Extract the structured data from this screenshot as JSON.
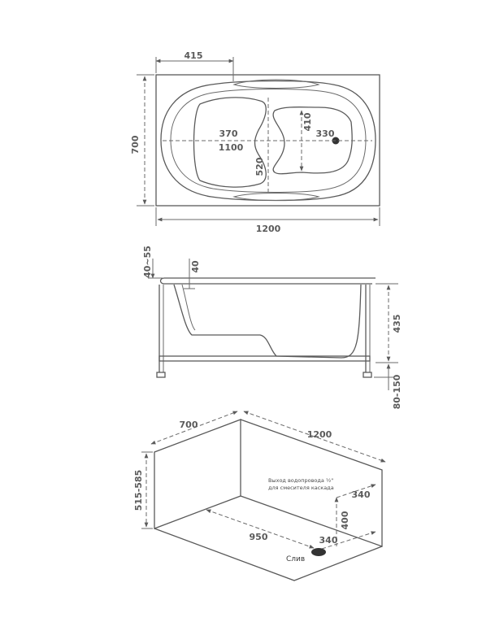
{
  "top_view": {
    "dim_415": "415",
    "dim_700": "700",
    "dim_370": "370",
    "dim_1100": "1100",
    "dim_410": "410",
    "dim_330": "330",
    "dim_520": "520",
    "dim_1200": "1200"
  },
  "side_view": {
    "dim_40_55": "40~55",
    "dim_40": "40",
    "dim_435": "435",
    "dim_80_150": "80-150"
  },
  "iso_view": {
    "dim_700": "700",
    "dim_1200": "1200",
    "dim_515_585": "515-585",
    "pipe_note_line1": "Выход водопровода ½\"",
    "pipe_note_line2": "для смесителя каскада",
    "dim_340_top": "340",
    "dim_400": "400",
    "dim_950": "950",
    "dim_340_bottom": "340",
    "drain_label": "Слив"
  },
  "colors": {
    "line": "#5a5a5a",
    "background": "#ffffff"
  }
}
